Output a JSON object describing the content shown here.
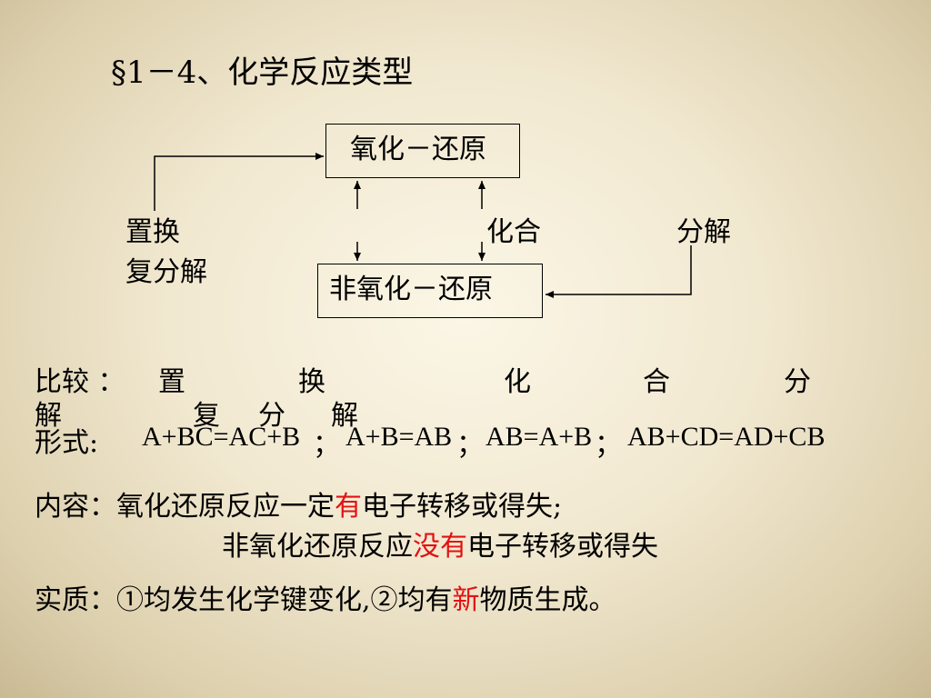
{
  "title": "§1－4、化学反应类型",
  "diagram": {
    "redox": "氧化－还原",
    "non_redox": "非氧化－还原",
    "displacement": "置换",
    "double_decomposition": "复分解",
    "combination": "化合",
    "decomposition": "分解"
  },
  "compare": {
    "label": "比较 ：",
    "cols": [
      "置",
      "换",
      "化",
      "合",
      "分"
    ],
    "line2": [
      "解",
      "复",
      "分",
      "解"
    ]
  },
  "form": {
    "label": "形式:",
    "displacement": "A+BC=AC+B",
    "combination": "A+B=AB",
    "decomposition": "AB=A+B",
    "double_decomposition": "AB+CD=AD+CB",
    "separator": "；"
  },
  "content": {
    "label": "内容：",
    "line1_a": "氧化还原反应一定",
    "line1_red": "有",
    "line1_b": "电子转移或得失;",
    "line2_a": "非氧化还原反应",
    "line2_red": "没有",
    "line2_b": "电子转移或得失"
  },
  "essence": {
    "label": "实质：",
    "text_a": "①均发生化学键变化,②均有",
    "text_red": "新",
    "text_b": "物质生成。"
  },
  "colors": {
    "highlight": "#e21212"
  }
}
